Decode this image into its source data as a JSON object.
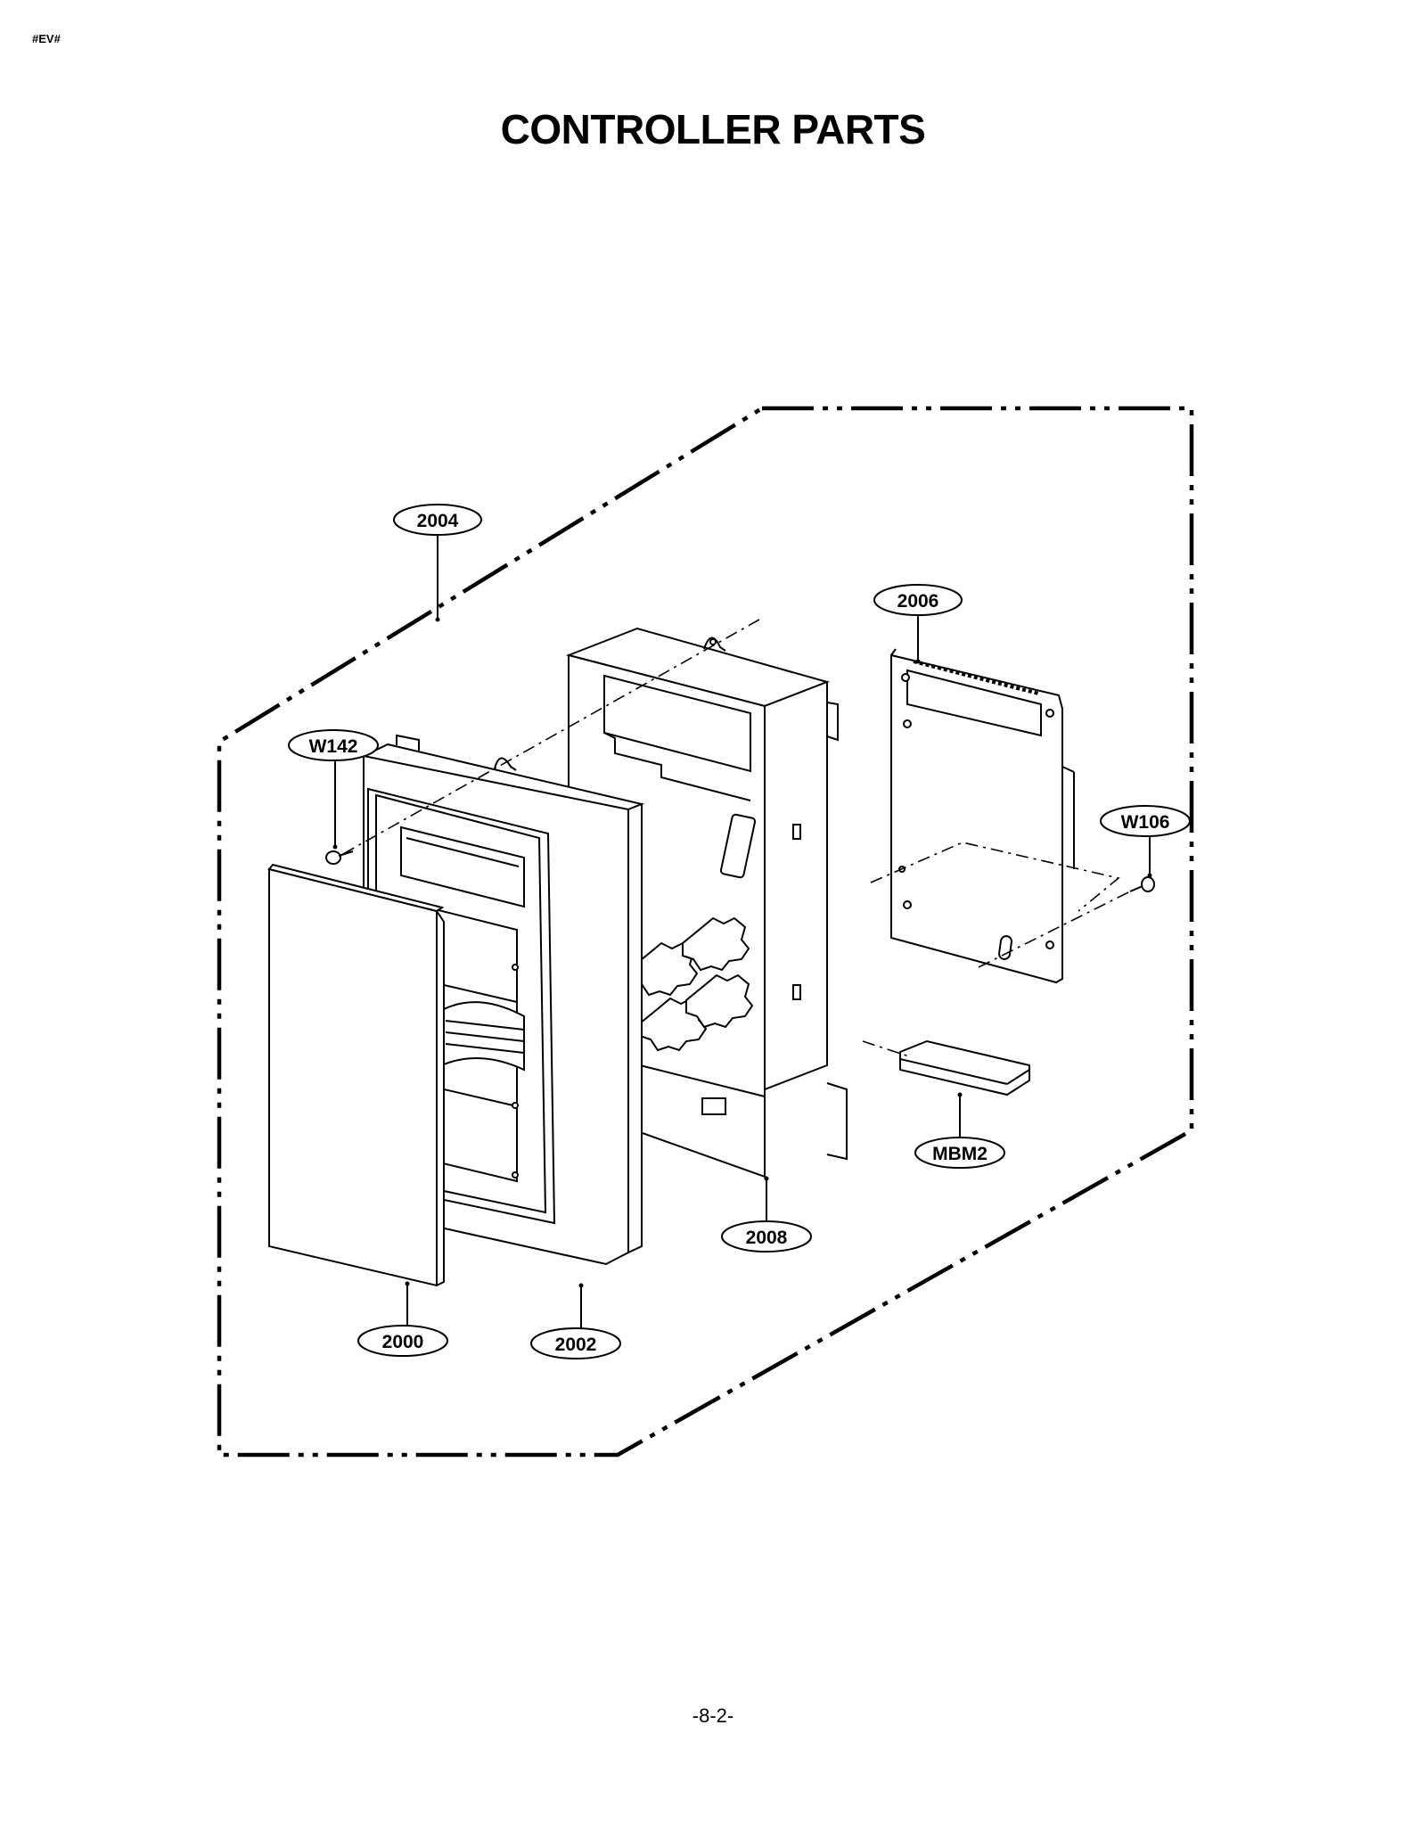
{
  "header": {
    "code": "#EV#",
    "title": "CONTROLLER PARTS"
  },
  "footer": {
    "page_number": "-8-2-"
  },
  "diagram": {
    "callouts": {
      "c2004": "2004",
      "c2006": "2006",
      "cW142": "W142",
      "cW106": "W106",
      "cMBM2": "MBM2",
      "c2008": "2008",
      "c2000": "2000",
      "c2002": "2002"
    }
  }
}
